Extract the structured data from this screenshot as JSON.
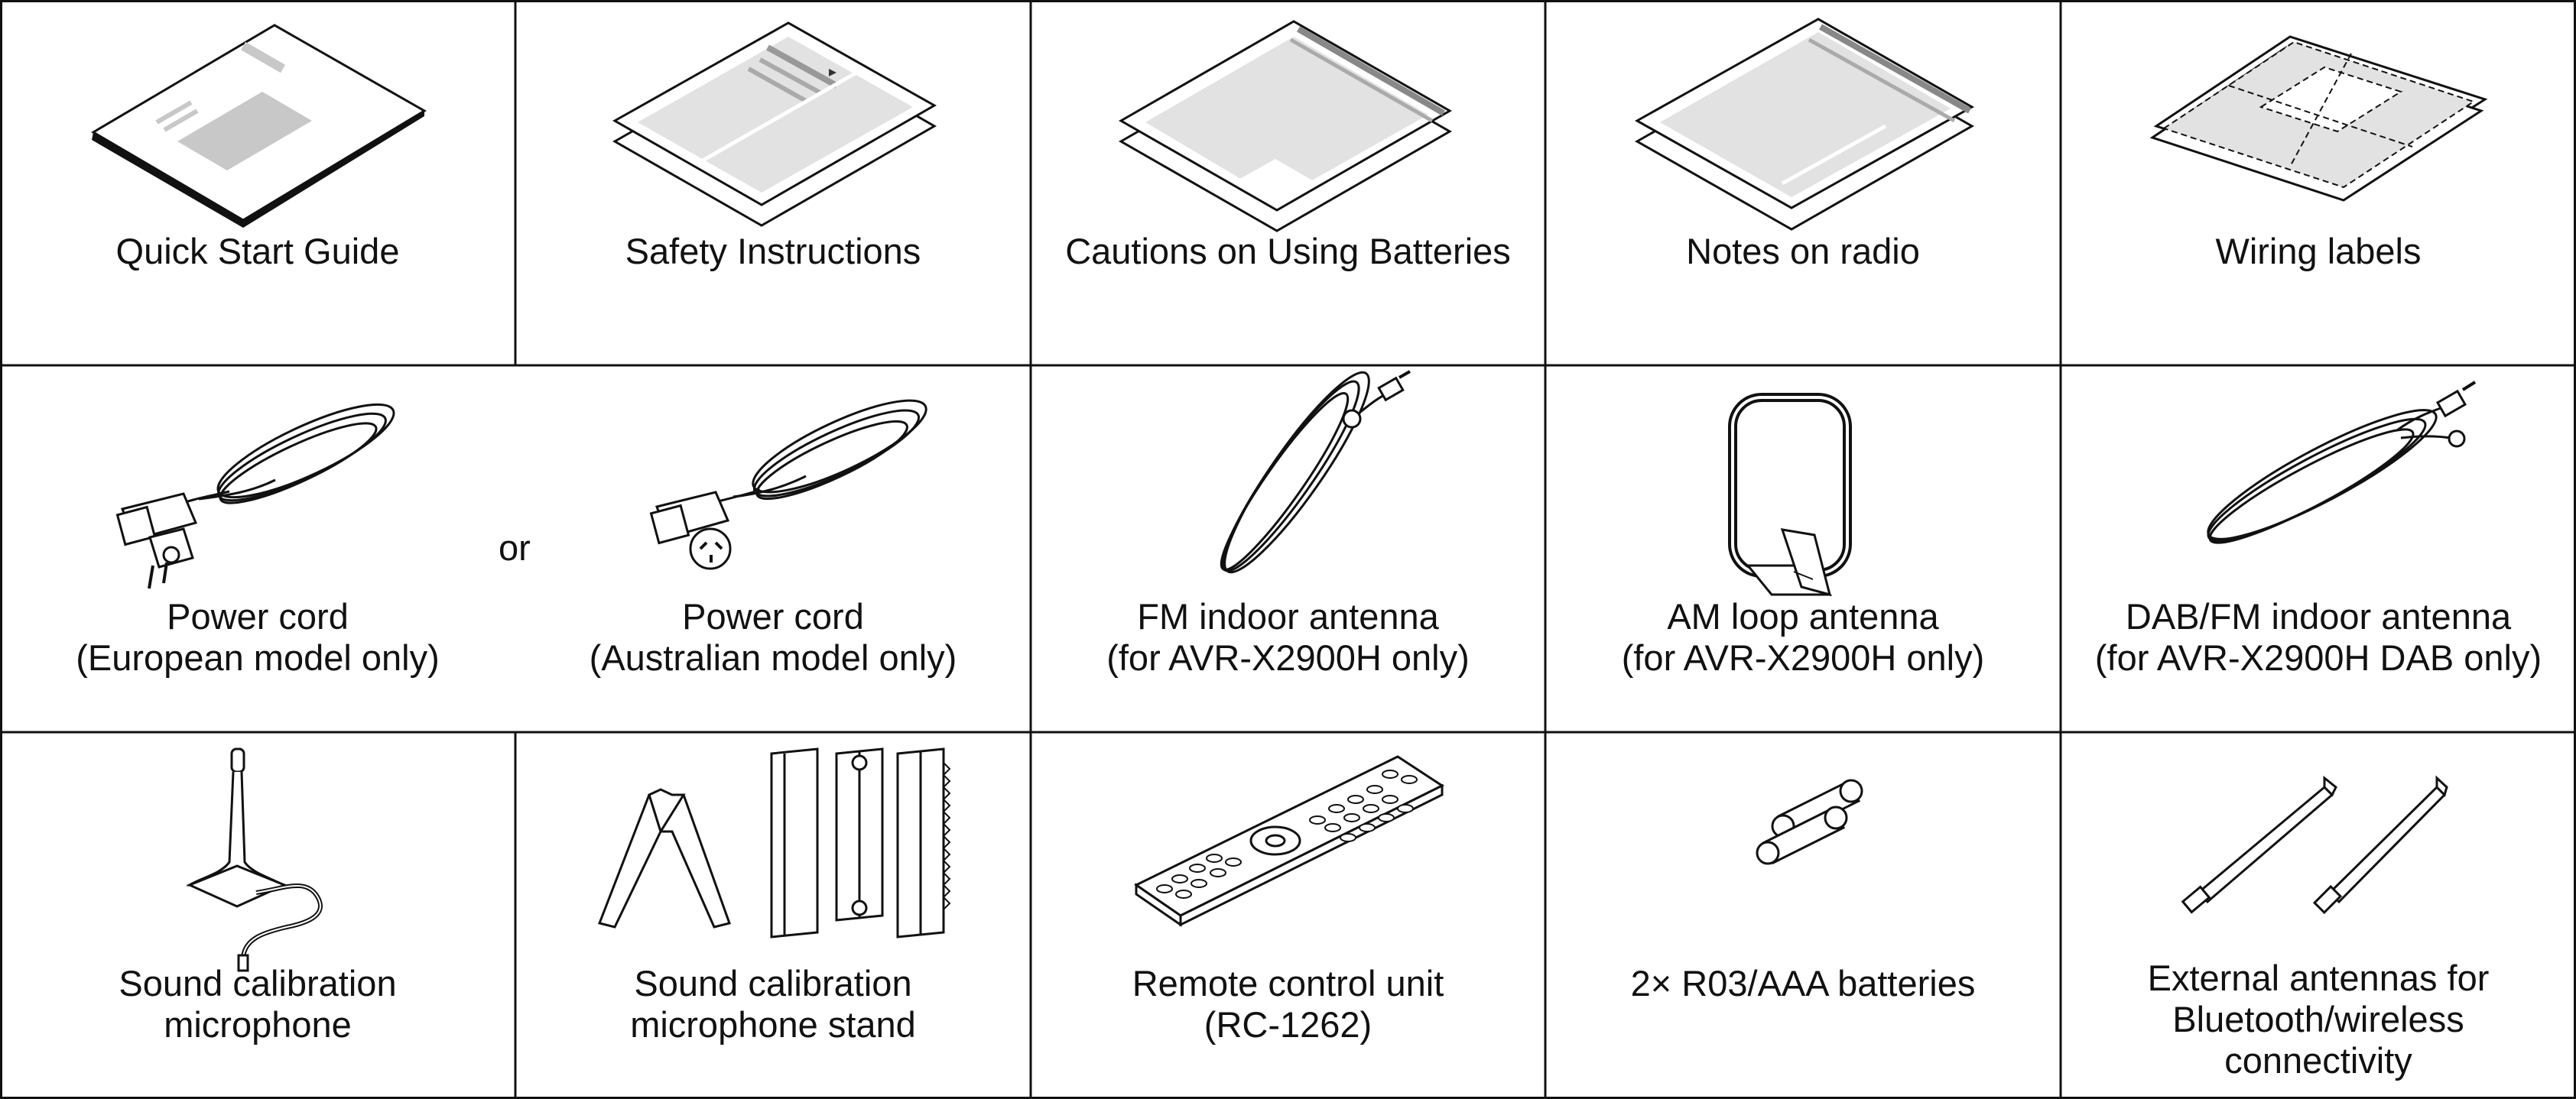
{
  "accessories": {
    "row1": [
      {
        "icon": "quick-start-guide-icon",
        "caption": [
          "Quick Start Guide"
        ]
      },
      {
        "icon": "safety-instructions-icon",
        "caption": [
          "Safety Instructions"
        ]
      },
      {
        "icon": "cautions-batteries-icon",
        "caption": [
          "Cautions on Using Batteries"
        ]
      },
      {
        "icon": "notes-radio-icon",
        "caption": [
          "Notes on radio"
        ]
      },
      {
        "icon": "wiring-labels-icon",
        "caption": [
          "Wiring labels"
        ]
      }
    ],
    "row2": [
      {
        "icon": "power-cord-eu-icon",
        "caption": [
          "Power cord",
          "(European model only)"
        ]
      },
      {
        "icon": "power-cord-au-icon",
        "caption": [
          "Power cord",
          "(Australian model only)"
        ]
      },
      {
        "icon": "fm-antenna-icon",
        "caption": [
          "FM indoor antenna",
          "(for AVR-X2900H only)"
        ]
      },
      {
        "icon": "am-loop-antenna-icon",
        "caption": [
          "AM loop antenna",
          "(for AVR-X2900H only)"
        ]
      },
      {
        "icon": "dab-fm-antenna-icon",
        "caption": [
          "DAB/FM indoor antenna",
          "(for AVR-X2900H DAB only)"
        ]
      }
    ],
    "or_word": "or",
    "row3": [
      {
        "icon": "microphone-icon",
        "caption": [
          "Sound calibration",
          "microphone"
        ]
      },
      {
        "icon": "microphone-stand-icon",
        "caption": [
          "Sound calibration",
          "microphone stand"
        ]
      },
      {
        "icon": "remote-control-icon",
        "caption": [
          "Remote control unit",
          "(RC-1262)"
        ]
      },
      {
        "icon": "batteries-icon",
        "caption": [
          "2× R03/AAA batteries"
        ]
      },
      {
        "icon": "external-antennas-icon",
        "caption": [
          "External antennas for",
          "Bluetooth/wireless",
          "connectivity"
        ]
      }
    ]
  }
}
